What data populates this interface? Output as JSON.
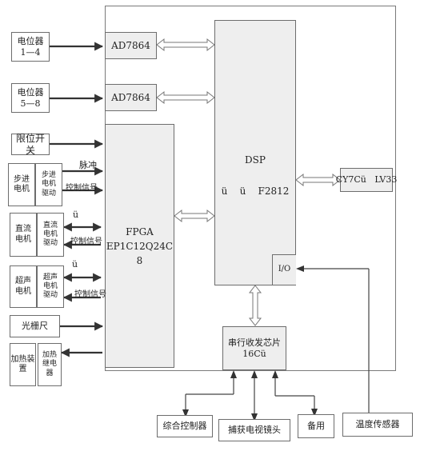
{
  "blocks": {
    "pot_1_4": "电位器\n1—4",
    "pot_5_8": "电位器\n5—8",
    "limit_switch": "限位开关",
    "stepper_motor": "步进\n电机",
    "stepper_driver": "步进\n电机\n驱动",
    "dc_motor": "直流\n电机",
    "dc_driver": "直流\n电机\n驱动",
    "ultrasonic_motor": "超声\n电机",
    "ultrasonic_driver": "超声\n电机\n驱动",
    "grating_ruler": "光栅尺",
    "heater": "加热装\n置",
    "heater_relay": "加热\n继电\n器",
    "ad_top": "AD7864",
    "ad_bottom": "AD7864",
    "fpga": "FPGA\nEP1C12Q24C\n8",
    "dsp_title": "DSP",
    "dsp_model": "ü    ü    F2812",
    "cy7": "CY7Cü   LV33",
    "io": "I/O",
    "serial_chip": "串行收发芯片\n16Cü",
    "control": "综合控制器",
    "camera": "捕获电视镜头",
    "backup": "备用",
    "temp_sensor": "温度传感器"
  },
  "labels": {
    "pulse": "脉冲",
    "ctrl_signal_1": "控制信号",
    "u_mark_1": "ü",
    "ctrl_signal_2": "控制信号",
    "u_mark_2": "ü",
    "ctrl_signal_3": "控制信号"
  }
}
